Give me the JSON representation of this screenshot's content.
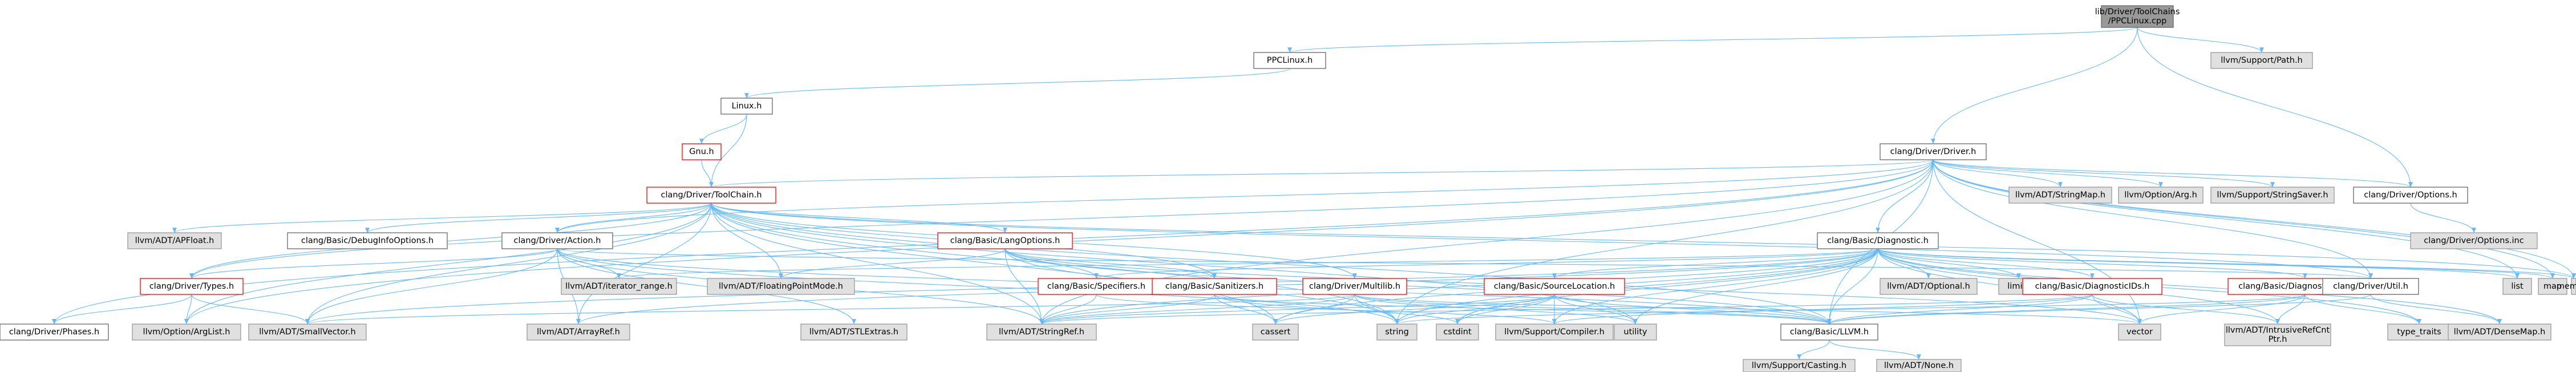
{
  "title": "lib/Driver/ToolChains/PPCLinux.cpp",
  "colors": {
    "edge": "#63b8ff",
    "root_fill": "#999999",
    "root_stroke": "#666666",
    "plain_fill": "#ffffff",
    "plain_stroke": "#666666",
    "external_fill": "#e0e0e0",
    "external_stroke": "#999999",
    "highlight_stroke": "#ff0000",
    "text": "#000000"
  },
  "nodes": [
    {
      "id": "root",
      "lines": [
        "lib/Driver/ToolChains",
        "/PPCLinux.cpp"
      ],
      "kind": "root"
    },
    {
      "id": "ppclinux_h",
      "lines": [
        "PPCLinux.h"
      ],
      "kind": "plain"
    },
    {
      "id": "support_path",
      "lines": [
        "llvm/Support/Path.h"
      ],
      "kind": "external"
    },
    {
      "id": "linux_h",
      "lines": [
        "Linux.h"
      ],
      "kind": "plain"
    },
    {
      "id": "driver_h",
      "lines": [
        "clang/Driver/Driver.h"
      ],
      "kind": "plain"
    },
    {
      "id": "gnu_h",
      "lines": [
        "Gnu.h"
      ],
      "kind": "highlight"
    },
    {
      "id": "toolchain_h",
      "lines": [
        "clang/Driver/ToolChain.h"
      ],
      "kind": "highlight"
    },
    {
      "id": "adt_stringmap",
      "lines": [
        "llvm/ADT/StringMap.h"
      ],
      "kind": "external"
    },
    {
      "id": "option_arg",
      "lines": [
        "llvm/Option/Arg.h"
      ],
      "kind": "external"
    },
    {
      "id": "support_stringsaver",
      "lines": [
        "llvm/Support/StringSaver.h"
      ],
      "kind": "external"
    },
    {
      "id": "options_h",
      "lines": [
        "clang/Driver/Options.h"
      ],
      "kind": "plain"
    },
    {
      "id": "options_inc",
      "lines": [
        "clang/Driver/Options.inc"
      ],
      "kind": "external"
    },
    {
      "id": "adt_apfloat",
      "lines": [
        "llvm/ADT/APFloat.h"
      ],
      "kind": "external"
    },
    {
      "id": "debuginfo",
      "lines": [
        "clang/Basic/DebugInfoOptions.h"
      ],
      "kind": "plain"
    },
    {
      "id": "action_h",
      "lines": [
        "clang/Driver/Action.h"
      ],
      "kind": "plain"
    },
    {
      "id": "langoptions",
      "lines": [
        "clang/Basic/LangOptions.h"
      ],
      "kind": "highlight"
    },
    {
      "id": "diagnostic_h",
      "lines": [
        "clang/Basic/Diagnostic.h"
      ],
      "kind": "plain"
    },
    {
      "id": "list",
      "lines": [
        "list"
      ],
      "kind": "external"
    },
    {
      "id": "map",
      "lines": [
        "map"
      ],
      "kind": "external"
    },
    {
      "id": "memory",
      "lines": [
        "memory"
      ],
      "kind": "external"
    },
    {
      "id": "types_h",
      "lines": [
        "clang/Driver/Types.h"
      ],
      "kind": "highlight"
    },
    {
      "id": "iterator_range",
      "lines": [
        "llvm/ADT/iterator_range.h"
      ],
      "kind": "external"
    },
    {
      "id": "floatingpointmode",
      "lines": [
        "llvm/ADT/FloatingPointMode.h"
      ],
      "kind": "external"
    },
    {
      "id": "specifiers",
      "lines": [
        "clang/Basic/Specifiers.h"
      ],
      "kind": "highlight"
    },
    {
      "id": "sanitizers",
      "lines": [
        "clang/Basic/Sanitizers.h"
      ],
      "kind": "highlight"
    },
    {
      "id": "multilib",
      "lines": [
        "clang/Driver/Multilib.h"
      ],
      "kind": "highlight"
    },
    {
      "id": "sourcelocation",
      "lines": [
        "clang/Basic/SourceLocation.h"
      ],
      "kind": "highlight"
    },
    {
      "id": "adt_optional",
      "lines": [
        "llvm/ADT/Optional.h"
      ],
      "kind": "external"
    },
    {
      "id": "limits",
      "lines": [
        "limits"
      ],
      "kind": "external"
    },
    {
      "id": "diagnosticids",
      "lines": [
        "clang/Basic/DiagnosticIDs.h"
      ],
      "kind": "highlight"
    },
    {
      "id": "diagnosticoptions",
      "lines": [
        "clang/Basic/DiagnosticOptions.h"
      ],
      "kind": "highlight"
    },
    {
      "id": "util_h",
      "lines": [
        "clang/Driver/Util.h"
      ],
      "kind": "plain"
    },
    {
      "id": "phases_h",
      "lines": [
        "clang/Driver/Phases.h"
      ],
      "kind": "plain"
    },
    {
      "id": "option_arglist",
      "lines": [
        "llvm/Option/ArgList.h"
      ],
      "kind": "external"
    },
    {
      "id": "smallvector",
      "lines": [
        "llvm/ADT/SmallVector.h"
      ],
      "kind": "external"
    },
    {
      "id": "arrayref",
      "lines": [
        "llvm/ADT/ArrayRef.h"
      ],
      "kind": "external"
    },
    {
      "id": "stlextras",
      "lines": [
        "llvm/ADT/STLExtras.h"
      ],
      "kind": "external"
    },
    {
      "id": "stringref",
      "lines": [
        "llvm/ADT/StringRef.h"
      ],
      "kind": "external"
    },
    {
      "id": "cassert",
      "lines": [
        "cassert"
      ],
      "kind": "external"
    },
    {
      "id": "string",
      "lines": [
        "string"
      ],
      "kind": "external"
    },
    {
      "id": "cstdint",
      "lines": [
        "cstdint"
      ],
      "kind": "external"
    },
    {
      "id": "support_compiler",
      "lines": [
        "llvm/Support/Compiler.h"
      ],
      "kind": "external"
    },
    {
      "id": "utility",
      "lines": [
        "utility"
      ],
      "kind": "external"
    },
    {
      "id": "llvm_h",
      "lines": [
        "clang/Basic/LLVM.h"
      ],
      "kind": "plain"
    },
    {
      "id": "vector",
      "lines": [
        "vector"
      ],
      "kind": "external"
    },
    {
      "id": "intrusiverefcnt",
      "lines": [
        "llvm/ADT/IntrusiveRefCnt",
        "Ptr.h"
      ],
      "kind": "external"
    },
    {
      "id": "type_traits",
      "lines": [
        "type_traits"
      ],
      "kind": "external"
    },
    {
      "id": "densemap",
      "lines": [
        "llvm/ADT/DenseMap.h"
      ],
      "kind": "external"
    },
    {
      "id": "support_casting",
      "lines": [
        "llvm/Support/Casting.h"
      ],
      "kind": "external"
    },
    {
      "id": "adt_none",
      "lines": [
        "llvm/ADT/None.h"
      ],
      "kind": "external"
    }
  ],
  "edges": [
    [
      "root",
      "ppclinux_h"
    ],
    [
      "root",
      "support_path"
    ],
    [
      "root",
      "driver_h"
    ],
    [
      "root",
      "options_h"
    ],
    [
      "ppclinux_h",
      "linux_h"
    ],
    [
      "linux_h",
      "gnu_h"
    ],
    [
      "linux_h",
      "toolchain_h"
    ],
    [
      "gnu_h",
      "toolchain_h"
    ],
    [
      "driver_h",
      "toolchain_h"
    ],
    [
      "driver_h",
      "adt_stringmap"
    ],
    [
      "driver_h",
      "option_arg"
    ],
    [
      "driver_h",
      "support_stringsaver"
    ],
    [
      "driver_h",
      "options_h"
    ],
    [
      "driver_h",
      "diagnostic_h"
    ],
    [
      "driver_h",
      "action_h"
    ],
    [
      "driver_h",
      "phases_h"
    ],
    [
      "driver_h",
      "types_h"
    ],
    [
      "driver_h",
      "util_h"
    ],
    [
      "driver_h",
      "option_arglist"
    ],
    [
      "driver_h",
      "stringref"
    ],
    [
      "driver_h",
      "list"
    ],
    [
      "driver_h",
      "map"
    ],
    [
      "driver_h",
      "memory"
    ],
    [
      "driver_h",
      "string"
    ],
    [
      "driver_h",
      "vector"
    ],
    [
      "driver_h",
      "llvm_h"
    ],
    [
      "options_h",
      "options_inc"
    ],
    [
      "toolchain_h",
      "adt_apfloat"
    ],
    [
      "toolchain_h",
      "debuginfo"
    ],
    [
      "toolchain_h",
      "action_h"
    ],
    [
      "toolchain_h",
      "langoptions"
    ],
    [
      "toolchain_h",
      "types_h"
    ],
    [
      "toolchain_h",
      "multilib"
    ],
    [
      "toolchain_h",
      "sanitizers"
    ],
    [
      "toolchain_h",
      "floatingpointmode"
    ],
    [
      "toolchain_h",
      "smallvector"
    ],
    [
      "toolchain_h",
      "arrayref"
    ],
    [
      "toolchain_h",
      "stringref"
    ],
    [
      "toolchain_h",
      "option_arglist"
    ],
    [
      "toolchain_h",
      "cassert"
    ],
    [
      "toolchain_h",
      "memory"
    ],
    [
      "toolchain_h",
      "string"
    ],
    [
      "toolchain_h",
      "utility"
    ],
    [
      "toolchain_h",
      "llvm_h"
    ],
    [
      "toolchain_h",
      "util_h"
    ],
    [
      "action_h",
      "types_h"
    ],
    [
      "action_h",
      "util_h"
    ],
    [
      "action_h",
      "iterator_range"
    ],
    [
      "action_h",
      "arrayref"
    ],
    [
      "action_h",
      "stlextras"
    ],
    [
      "action_h",
      "smallvector"
    ],
    [
      "action_h",
      "stringref"
    ],
    [
      "action_h",
      "string"
    ],
    [
      "action_h",
      "llvm_h"
    ],
    [
      "langoptions",
      "specifiers"
    ],
    [
      "langoptions",
      "sanitizers"
    ],
    [
      "langoptions",
      "llvm_h"
    ],
    [
      "langoptions",
      "floatingpointmode"
    ],
    [
      "langoptions",
      "stringref"
    ],
    [
      "langoptions",
      "string"
    ],
    [
      "langoptions",
      "vector"
    ],
    [
      "types_h",
      "phases_h"
    ],
    [
      "types_h",
      "smallvector"
    ],
    [
      "types_h",
      "option_arglist"
    ],
    [
      "diagnostic_h",
      "diagnosticids"
    ],
    [
      "diagnostic_h",
      "diagnosticoptions"
    ],
    [
      "diagnostic_h",
      "sourcelocation"
    ],
    [
      "diagnostic_h",
      "specifiers"
    ],
    [
      "diagnostic_h",
      "llvm_h"
    ],
    [
      "diagnostic_h",
      "arrayref"
    ],
    [
      "diagnostic_h",
      "densemap"
    ],
    [
      "diagnostic_h",
      "intrusiverefcnt"
    ],
    [
      "diagnostic_h",
      "adt_optional"
    ],
    [
      "diagnostic_h",
      "smallvector"
    ],
    [
      "diagnostic_h",
      "stringref"
    ],
    [
      "diagnostic_h",
      "iterator_range"
    ],
    [
      "diagnostic_h",
      "support_compiler"
    ],
    [
      "diagnostic_h",
      "cassert"
    ],
    [
      "diagnostic_h",
      "cstdint"
    ],
    [
      "diagnostic_h",
      "limits"
    ],
    [
      "diagnostic_h",
      "list"
    ],
    [
      "diagnostic_h",
      "map"
    ],
    [
      "diagnostic_h",
      "memory"
    ],
    [
      "diagnostic_h",
      "string"
    ],
    [
      "diagnostic_h",
      "type_traits"
    ],
    [
      "diagnostic_h",
      "utility"
    ],
    [
      "diagnostic_h",
      "vector"
    ],
    [
      "specifiers",
      "stringref"
    ],
    [
      "specifiers",
      "support_compiler"
    ],
    [
      "sanitizers",
      "llvm_h"
    ],
    [
      "sanitizers",
      "stringref"
    ],
    [
      "sanitizers",
      "cassert"
    ],
    [
      "sanitizers",
      "cstdint"
    ],
    [
      "multilib",
      "llvm_h"
    ],
    [
      "multilib",
      "stringref"
    ],
    [
      "multilib",
      "cassert"
    ],
    [
      "multilib",
      "string"
    ],
    [
      "multilib",
      "utility"
    ],
    [
      "multilib",
      "vector"
    ],
    [
      "multilib",
      "smallvector"
    ],
    [
      "sourcelocation",
      "llvm_h"
    ],
    [
      "sourcelocation",
      "stringref"
    ],
    [
      "sourcelocation",
      "support_compiler"
    ],
    [
      "sourcelocation",
      "cassert"
    ],
    [
      "sourcelocation",
      "cstdint"
    ],
    [
      "sourcelocation",
      "string"
    ],
    [
      "sourcelocation",
      "utility"
    ],
    [
      "diagnosticids",
      "llvm_h"
    ],
    [
      "diagnosticids",
      "intrusiverefcnt"
    ],
    [
      "diagnosticids",
      "stringref"
    ],
    [
      "diagnosticids",
      "support_compiler"
    ],
    [
      "diagnosticids",
      "vector"
    ],
    [
      "diagnosticoptions",
      "llvm_h"
    ],
    [
      "diagnosticoptions",
      "intrusiverefcnt"
    ],
    [
      "diagnosticoptions",
      "string"
    ],
    [
      "diagnosticoptions",
      "type_traits"
    ],
    [
      "diagnosticoptions",
      "vector"
    ],
    [
      "util_h",
      "densemap"
    ],
    [
      "util_h",
      "llvm_h"
    ],
    [
      "llvm_h",
      "support_casting"
    ],
    [
      "llvm_h",
      "adt_none"
    ]
  ]
}
